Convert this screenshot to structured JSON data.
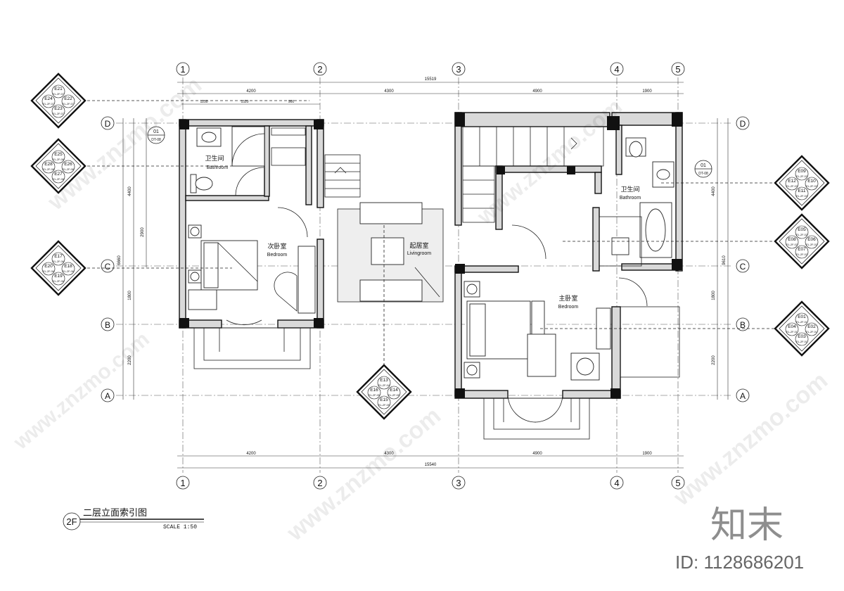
{
  "grid_axes": {
    "columns": [
      "1",
      "2",
      "3",
      "4",
      "5"
    ],
    "rows": [
      "D",
      "C",
      "B",
      "A"
    ]
  },
  "dimensions": {
    "top_total": "15519",
    "top_segments": [
      "4200",
      "4300",
      "4900",
      "1900"
    ],
    "top_sub": [
      "1250",
      "1520",
      "900"
    ],
    "bottom_total": "15540",
    "bottom_segments": [
      "4200",
      "4300",
      "4900",
      "1900"
    ],
    "left_segments": [
      "4400",
      "2900",
      "1800",
      "2200",
      "6660"
    ],
    "right_segments": [
      "4400",
      "1800",
      "2200",
      "9610"
    ]
  },
  "rooms": {
    "bath_left_cn": "卫生间",
    "bath_left_en": "Bathroom",
    "second_bed_cn": "次卧室",
    "second_bed_en": "Bedroom",
    "living_cn": "起居室",
    "living_en": "Livingroom",
    "bath_right_cn": "卫生间",
    "bath_right_en": "Bathroom",
    "master_cn": "主卧室",
    "master_en": "Bedroom"
  },
  "section_tags": [
    {
      "num": "01",
      "sheet": "DT-08"
    },
    {
      "num": "01",
      "sheet": "DT-08"
    }
  ],
  "elevation_markers": [
    {
      "id": "m1",
      "top": "E21",
      "left": "E24",
      "right": "E22",
      "bottom": "E23",
      "codes": [
        "EL-2F-07",
        "EL-2F-07",
        "EL-2F-07",
        "EL-2F-07"
      ]
    },
    {
      "id": "m2",
      "top": "E25",
      "left": "E28",
      "right": "E26",
      "bottom": "E27",
      "codes": [
        "EL-2F-08",
        "EL-2F-08",
        "EL-2F-08",
        "EL-2F-08"
      ]
    },
    {
      "id": "m3",
      "top": "E17",
      "left": "E20",
      "right": "E18",
      "bottom": "E19",
      "codes": [
        "EL-2F-06",
        "EL-2F-06",
        "EL-2F-06",
        "EL-2F-06"
      ]
    },
    {
      "id": "m4",
      "top": "E13",
      "left": "E16",
      "right": "E14",
      "bottom": "E15",
      "codes": [
        "EL-2F-04",
        "EL-2F-05",
        "EL-2F-05",
        "EL-2F-05"
      ]
    },
    {
      "id": "m5",
      "top": "E09",
      "left": "E12",
      "right": "E10",
      "bottom": "E11",
      "codes": [
        "EL-2F-03",
        "EL-2F-03",
        "EL-2F-03",
        "EL-2F-03"
      ]
    },
    {
      "id": "m6",
      "top": "E05",
      "left": "E08",
      "right": "E06",
      "bottom": "E07",
      "codes": [
        "EL-2F-02",
        "EL-2F-02",
        "EL-2F-02",
        "EL-2F-02"
      ]
    },
    {
      "id": "m7",
      "top": "E01",
      "left": "E04",
      "right": "E02",
      "bottom": "E03",
      "codes": [
        "EL-2F-01",
        "EL-2F-01",
        "EL-2F-01",
        "EL-2F-01"
      ]
    }
  ],
  "title_block": {
    "floor": "2F",
    "title": "二层立面索引图",
    "scale": "SCALE 1:50"
  },
  "watermark": {
    "text": "www.znzmo.com",
    "logo": "知末",
    "id_text": "ID: 1128686201"
  }
}
